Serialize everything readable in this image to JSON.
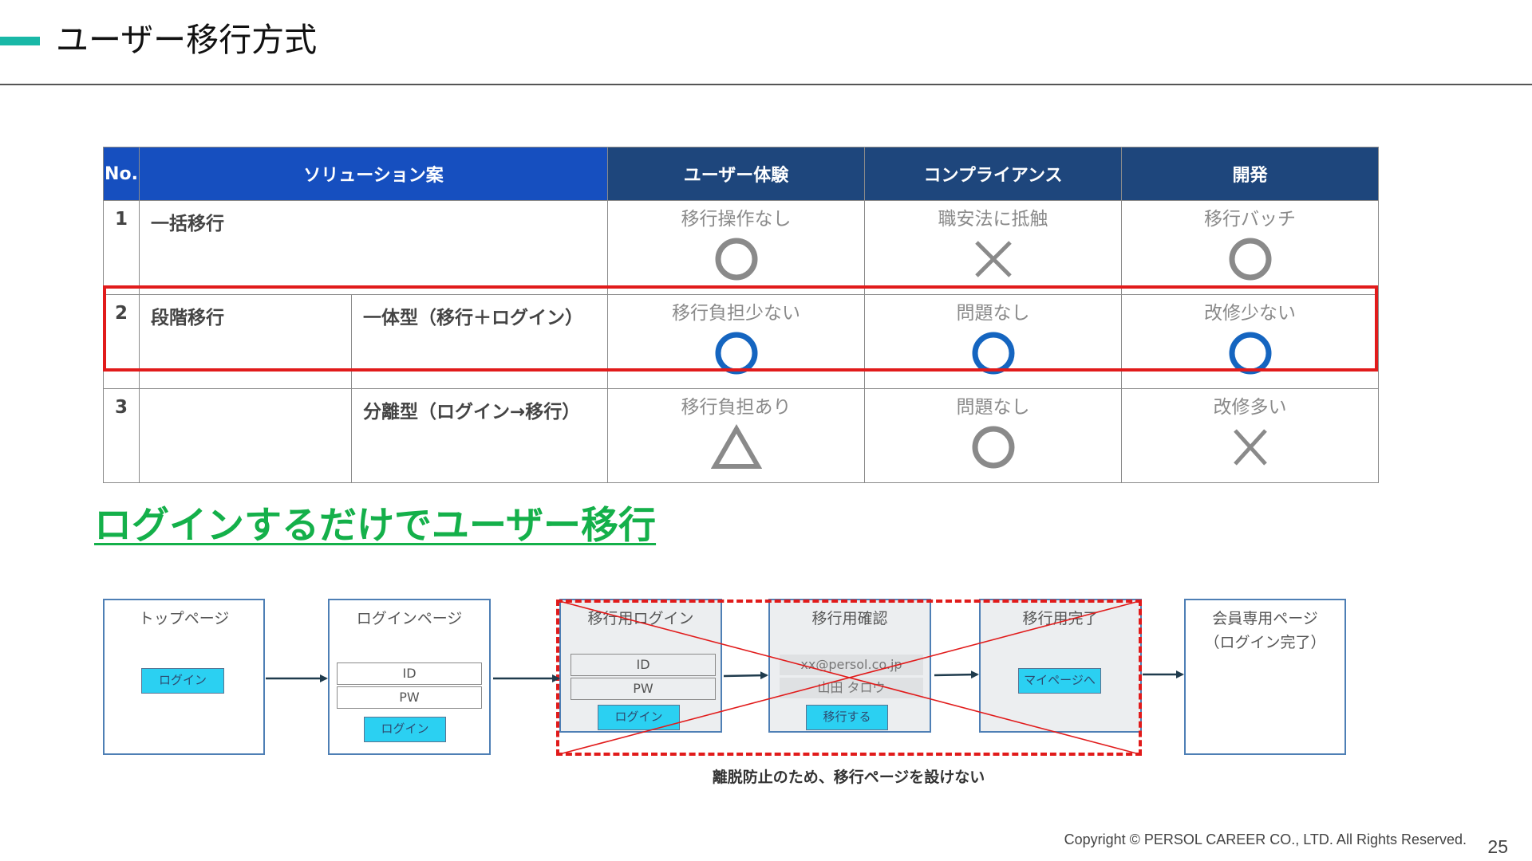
{
  "header": {
    "title": "ユーザー移行方式"
  },
  "table": {
    "columns": [
      "No.",
      "ソリューション案",
      "ユーザー体験",
      "コンプライアンス",
      "開発"
    ],
    "rows": [
      {
        "no": "1",
        "solution": "一括移行",
        "variant": "",
        "ux": {
          "text": "移行操作なし",
          "mark": "circle-grey"
        },
        "compliance": {
          "text": "職安法に抵触",
          "mark": "cross-grey"
        },
        "dev": {
          "text": "移行バッチ",
          "mark": "circle-grey"
        }
      },
      {
        "no": "2",
        "solution": "段階移行",
        "variant": "一体型（移行＋ログイン）",
        "highlighted": true,
        "ux": {
          "text": "移行負担少ない",
          "mark": "circle-blue"
        },
        "compliance": {
          "text": "問題なし",
          "mark": "circle-blue"
        },
        "dev": {
          "text": "改修少ない",
          "mark": "circle-blue"
        }
      },
      {
        "no": "3",
        "solution": "",
        "variant": "分離型（ログイン→移行）",
        "ux": {
          "text": "移行負担あり",
          "mark": "triangle-grey"
        },
        "compliance": {
          "text": "問題なし",
          "mark": "circle-grey"
        },
        "dev": {
          "text": "改修多い",
          "mark": "cross-grey"
        }
      }
    ]
  },
  "subheading": "ログインするだけでユーザー移行",
  "flow": {
    "top_page": {
      "title": "トップページ",
      "button": "ログイン"
    },
    "login_page": {
      "title": "ログインページ",
      "id_field": "ID",
      "pw_field": "PW",
      "button": "ログイン"
    },
    "migration_login": {
      "title": "移行用ログイン",
      "id_field": "ID",
      "pw_field": "PW",
      "button": "ログイン"
    },
    "migration_confirm": {
      "title": "移行用確認",
      "email": "xx@persol.co.jp",
      "name": "山田 タロウ",
      "button": "移行する"
    },
    "migration_complete": {
      "title": "移行用完了",
      "button": "マイページへ"
    },
    "member_page": {
      "title_line1": "会員専用ページ",
      "title_line2": "（ログイン完了）"
    },
    "caption": "離脱防止のため、移行ページを設けない"
  },
  "colors": {
    "accent": "#19b8a7",
    "header_blue": "#164fbf",
    "header_navy": "#1e467c",
    "highlight_red": "#e11b1b",
    "circle_blue": "#1565c0",
    "subheading_green": "#14b04a"
  },
  "footer": {
    "copyright": "Copyright © PERSOL CAREER CO., LTD. All Rights Reserved.",
    "page_number": "25"
  }
}
